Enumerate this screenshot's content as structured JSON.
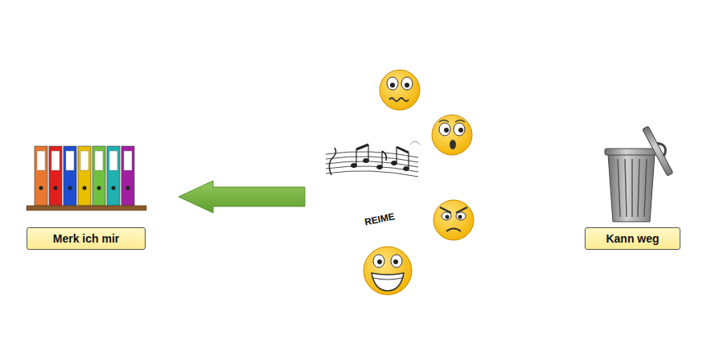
{
  "diagram": {
    "nodes": [
      {
        "text": [
          "Merk ich mir"
        ]
      },
      {
        "text": [
          "REIME"
        ]
      },
      {
        "text": [
          "Kann weg"
        ]
      }
    ],
    "edges": [
      {
        "from": 1,
        "to": 0,
        "arrow": "to"
      }
    ]
  }
}
